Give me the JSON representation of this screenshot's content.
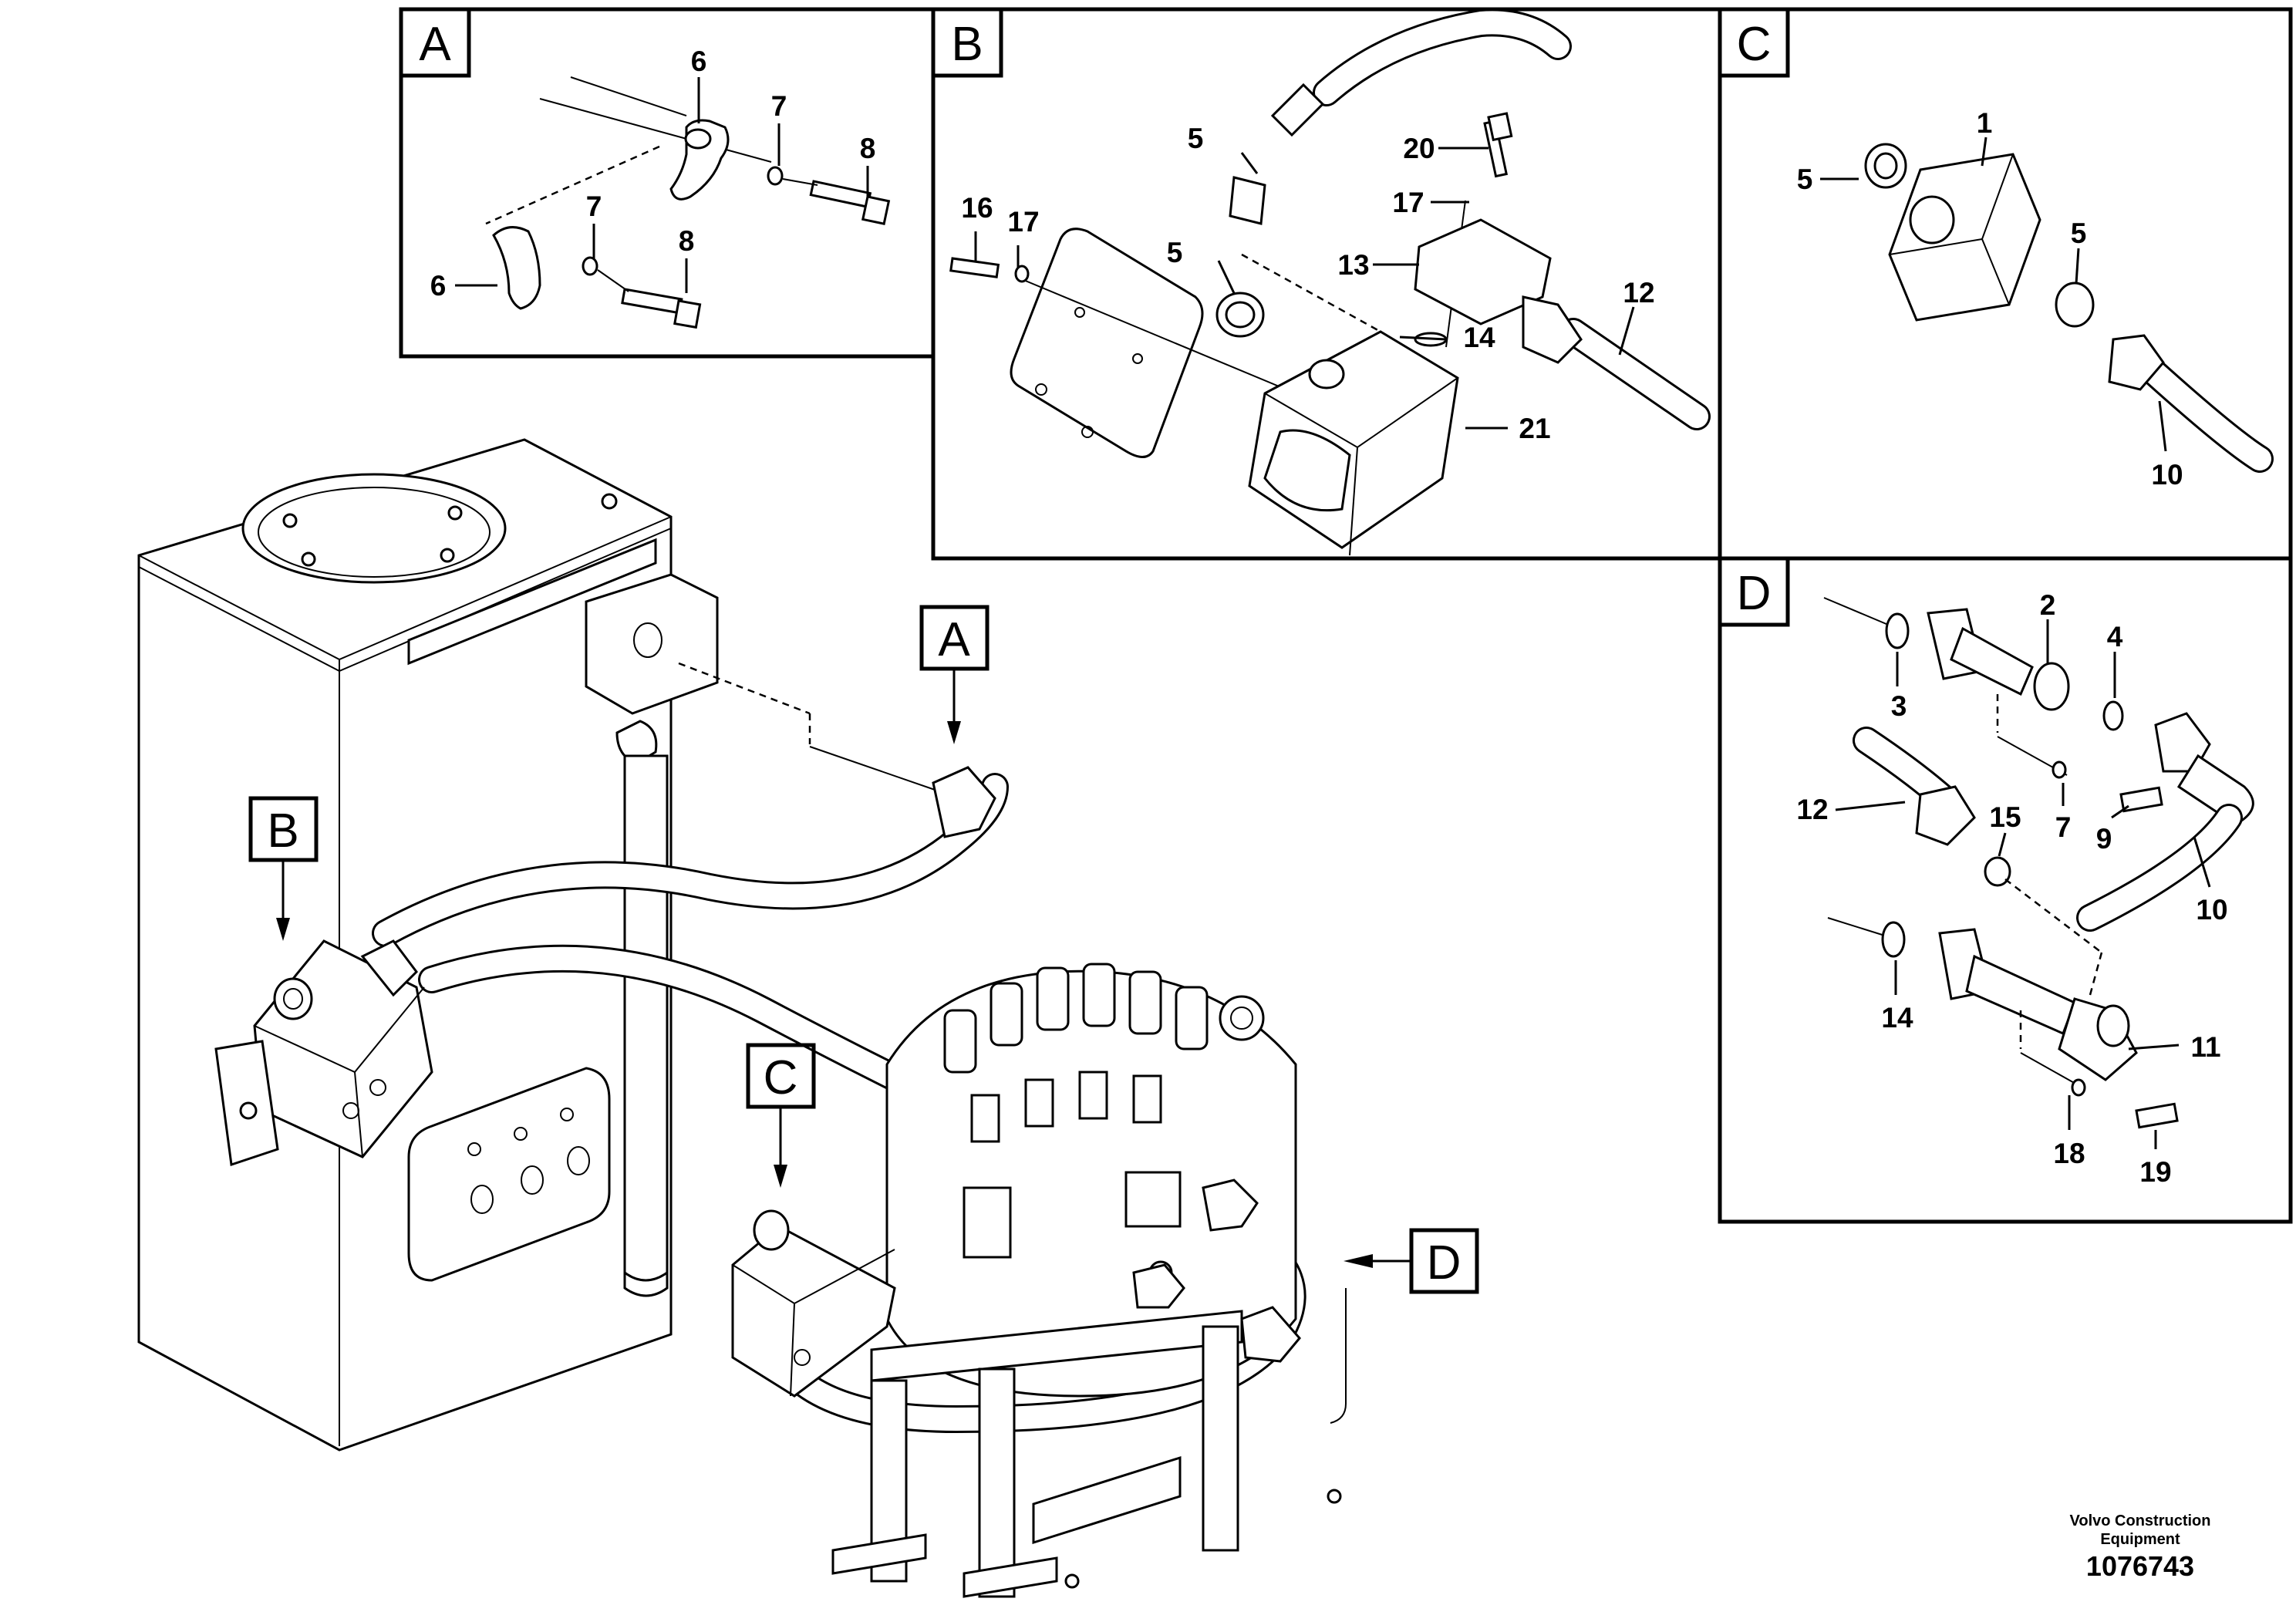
{
  "panels": {
    "A": {
      "tag": "A",
      "callouts": {
        "c6a": "6",
        "c7a": "7",
        "c8a": "8",
        "c6b": "6",
        "c7b": "7",
        "c8b": "8"
      }
    },
    "B": {
      "tag": "B",
      "callouts": {
        "c5a": "5",
        "c5b": "5",
        "c16": "16",
        "c17a": "17",
        "c20": "20",
        "c17b": "17",
        "c13": "13",
        "c14": "14",
        "c12": "12",
        "c21": "21"
      }
    },
    "C": {
      "tag": "C",
      "callouts": {
        "c1": "1",
        "c5a": "5",
        "c5b": "5",
        "c10": "10"
      }
    },
    "D": {
      "tag": "D",
      "callouts": {
        "c2": "2",
        "c4": "4",
        "c3": "3",
        "c7": "7",
        "c9": "9",
        "c12": "12",
        "c15": "15",
        "c10": "10",
        "c14": "14",
        "c11": "11",
        "c18": "18",
        "c19": "19"
      }
    }
  },
  "overview_tags": {
    "A": "A",
    "B": "B",
    "C": "C",
    "D": "D"
  },
  "footer": {
    "brand_line1": "Volvo Construction",
    "brand_line2": "Equipment",
    "doc_number": "1076743"
  }
}
